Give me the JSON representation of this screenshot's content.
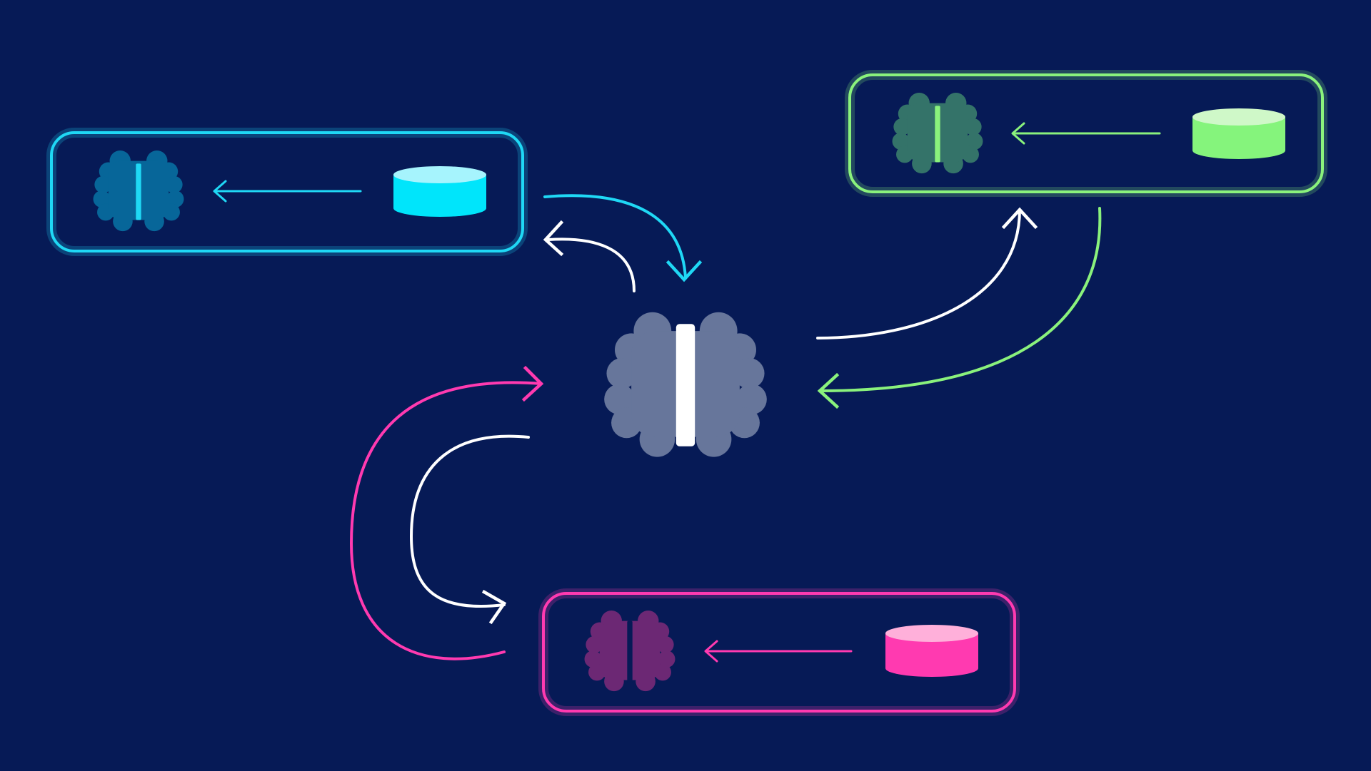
{
  "colors": {
    "background": "#061a56",
    "center_brain": "#67769b",
    "center_brain_divider": "#ffffff",
    "white_arrow": "#ffffff"
  },
  "central_model": {
    "icon": "brain-icon"
  },
  "panels": [
    {
      "id": "cyan",
      "border": "#1fd8f5",
      "brain": "#076699",
      "brain_divider": "#1fd8f5",
      "db_top": "#a6f4fd",
      "db_body": "#00e5fb",
      "arrow": "#1fd8f5",
      "icons": [
        "brain-icon",
        "database-icon"
      ]
    },
    {
      "id": "green",
      "border": "#8af27c",
      "brain": "#347369",
      "brain_divider": "#8af27c",
      "db_top": "#cff8c8",
      "db_body": "#85f47c",
      "arrow": "#8af27c",
      "icons": [
        "brain-icon",
        "database-icon"
      ]
    },
    {
      "id": "pink",
      "border": "#ff3ab0",
      "brain": "#6c2874",
      "brain_divider": "#061a56",
      "db_top": "#ffb0da",
      "db_body": "#ff3ab0",
      "arrow": "#ff3ab0",
      "icons": [
        "brain-icon",
        "database-icon"
      ]
    }
  ],
  "links": [
    {
      "from": "central",
      "to": "cyan",
      "color": "#ffffff"
    },
    {
      "from": "cyan",
      "to": "central",
      "color": "#1fd8f5"
    },
    {
      "from": "central",
      "to": "green",
      "color": "#ffffff"
    },
    {
      "from": "green",
      "to": "central",
      "color": "#8af27c"
    },
    {
      "from": "central",
      "to": "pink",
      "color": "#ffffff"
    },
    {
      "from": "pink",
      "to": "central",
      "color": "#ff3ab0"
    }
  ]
}
